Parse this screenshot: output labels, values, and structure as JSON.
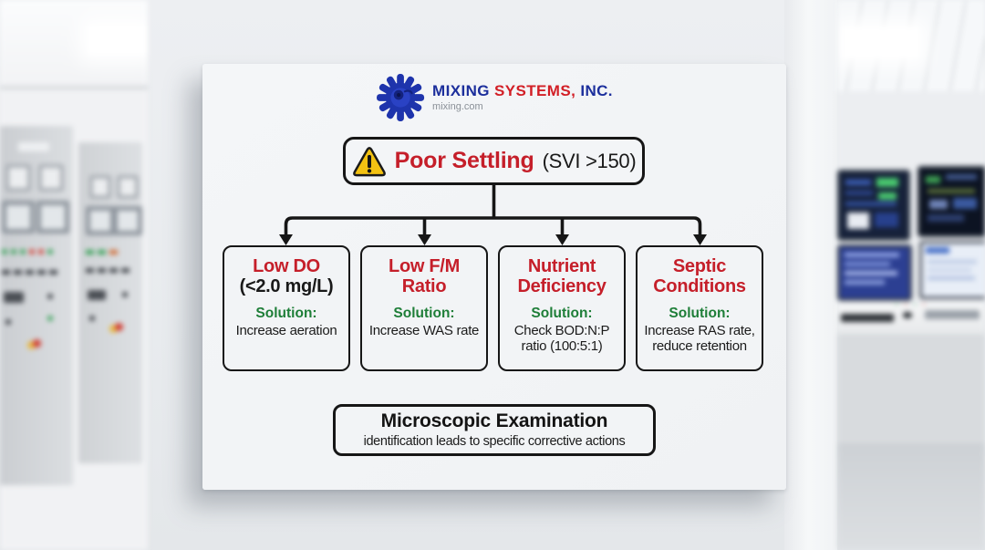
{
  "logo": {
    "word_mixing": "MIXING",
    "word_systems": " SYSTEMS,",
    "word_inc": " INC.",
    "domain": "mixing.com",
    "icon": "gear-impeller-icon",
    "blue": "#1c2f9c",
    "red": "#d21f26"
  },
  "flowchart": {
    "root": {
      "icon": "warning-triangle-icon",
      "title": "Poor Settling",
      "qualifier": "(SVI >150)"
    },
    "causes": [
      {
        "title": "Low DO",
        "title_detail": "(<2.0 mg/L)",
        "solution_label": "Solution:",
        "solution_text": "Increase aeration"
      },
      {
        "title": "Low F/M Ratio",
        "title_detail": "",
        "solution_label": "Solution:",
        "solution_text": "Increase WAS rate"
      },
      {
        "title": "Nutrient Deficiency",
        "title_detail": "",
        "solution_label": "Solution:",
        "solution_text": "Check BOD:N:P ratio (100:5:1)"
      },
      {
        "title": "Septic Conditions",
        "title_detail": "",
        "solution_label": "Solution:",
        "solution_text": "Increase RAS rate, reduce retention"
      }
    ],
    "footer": {
      "title": "Microscopic Examination",
      "subtitle": "identification leads to specific corrective actions"
    }
  },
  "colors": {
    "heading_red": "#c51f2a",
    "solution_green": "#1e7e38",
    "text_black": "#191919",
    "border_black": "#161616",
    "warning_yellow": "#f3c212",
    "logo_blue": "#1c2f9c",
    "board_bg": "#f2f4f6"
  }
}
